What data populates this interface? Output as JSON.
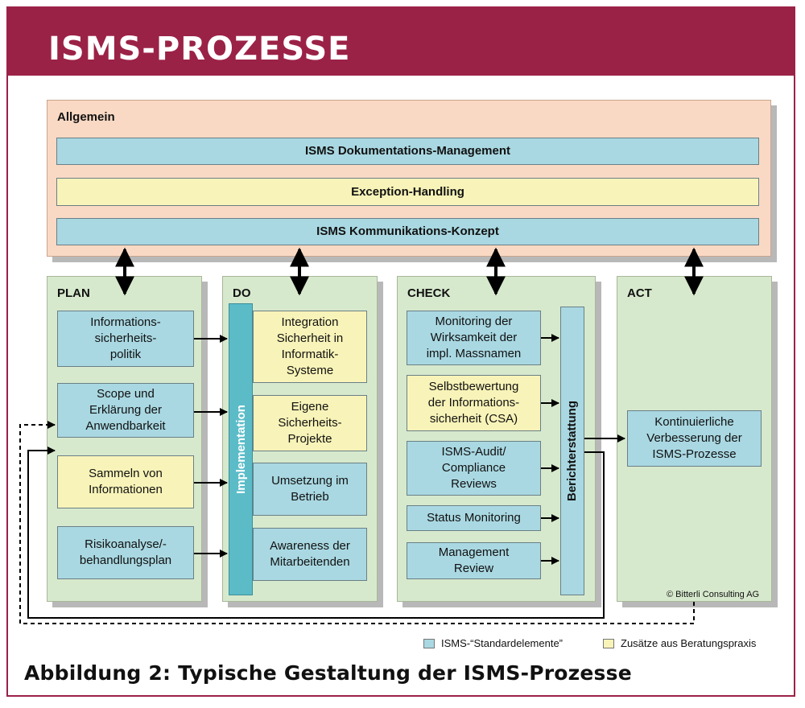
{
  "header": {
    "title": "ISMS-PROZESSE"
  },
  "allgemein": {
    "label": "Allgemein",
    "bars": [
      {
        "text": "ISMS Dokumentations-Management",
        "color": "blue"
      },
      {
        "text": "Exception-Handling",
        "color": "yellow"
      },
      {
        "text": "ISMS Kommunikations-Konzept",
        "color": "blue"
      }
    ]
  },
  "plan": {
    "label": "PLAN",
    "boxes": [
      {
        "text": "Informations-\nsicherheits-\npolitik",
        "color": "blue"
      },
      {
        "text": "Scope und\nErklärung der\nAnwendbarkeit",
        "color": "blue"
      },
      {
        "text": "Sammeln von\nInformationen",
        "color": "yellow"
      },
      {
        "text": "Risikoanalyse/-\nbehandlungsplan",
        "color": "blue"
      }
    ]
  },
  "do": {
    "label": "DO",
    "vertical_label": "Implementation",
    "boxes": [
      {
        "text": "Integration\nSicherheit in\nInformatik-\nSysteme",
        "color": "yellow"
      },
      {
        "text": "Eigene\nSicherheits-\nProjekte",
        "color": "yellow"
      },
      {
        "text": "Umsetzung im\nBetrieb",
        "color": "blue"
      },
      {
        "text": "Awareness der\nMitarbeitenden",
        "color": "blue"
      }
    ]
  },
  "check": {
    "label": "CHECK",
    "vertical_label": "Berichterstattung",
    "boxes": [
      {
        "text": "Monitoring der\nWirksamkeit der\nimpl. Massnamen",
        "color": "blue"
      },
      {
        "text": "Selbstbewertung\nder Informations-\nsicherheit (CSA)",
        "color": "yellow"
      },
      {
        "text": "ISMS-Audit/\nCompliance\nReviews",
        "color": "blue"
      },
      {
        "text": "Status Monitoring",
        "color": "blue"
      },
      {
        "text": "Management\nReview",
        "color": "blue"
      }
    ]
  },
  "act": {
    "label": "ACT",
    "box": {
      "text": "Kontinuierliche\nVerbesserung der\nISMS-Prozesse",
      "color": "blue"
    },
    "copyright": "© Bitterli Consulting AG"
  },
  "legend": [
    {
      "text": "ISMS-“Standardelemente”",
      "color": "#a9d8e2"
    },
    {
      "text": "Zusätze aus Beratungspraxis",
      "color": "#f8f3b8"
    }
  ],
  "caption": "Abbildung 2: Typische Gestaltung der ISMS-Prozesse",
  "colors": {
    "header": "#9b2247",
    "allgemein_bg": "#f9d9c4",
    "panel_bg": "#d7e9cd",
    "blue": "#a9d8e2",
    "yellow": "#f8f3b8",
    "implementation_bar": "#5bbcc8"
  }
}
